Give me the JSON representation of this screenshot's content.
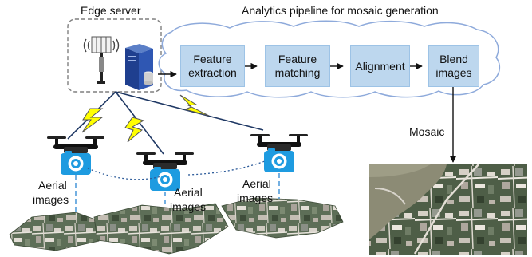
{
  "edge_server": {
    "title": "Edge server"
  },
  "pipeline": {
    "title": "Analytics pipeline for mosaic generation",
    "stages": [
      {
        "line1": "Feature",
        "line2": "extraction"
      },
      {
        "line1": "Feature",
        "line2": "matching"
      },
      {
        "line1": "Alignment",
        "line2": ""
      },
      {
        "line1": "Blend",
        "line2": "images"
      }
    ]
  },
  "output": {
    "label": "Mosaic"
  },
  "drones": [
    {
      "line1": "Aerial",
      "line2": "images"
    },
    {
      "line1": "Aerial",
      "line2": "images"
    },
    {
      "line1": "Aerial",
      "line2": "images"
    }
  ],
  "colors": {
    "stage_fill": "#bdd7ee",
    "cloud_stroke": "#8eaadb",
    "camera_blue": "#1e9be0",
    "link_line": "#1f3864",
    "lightning": "#ffff00"
  }
}
